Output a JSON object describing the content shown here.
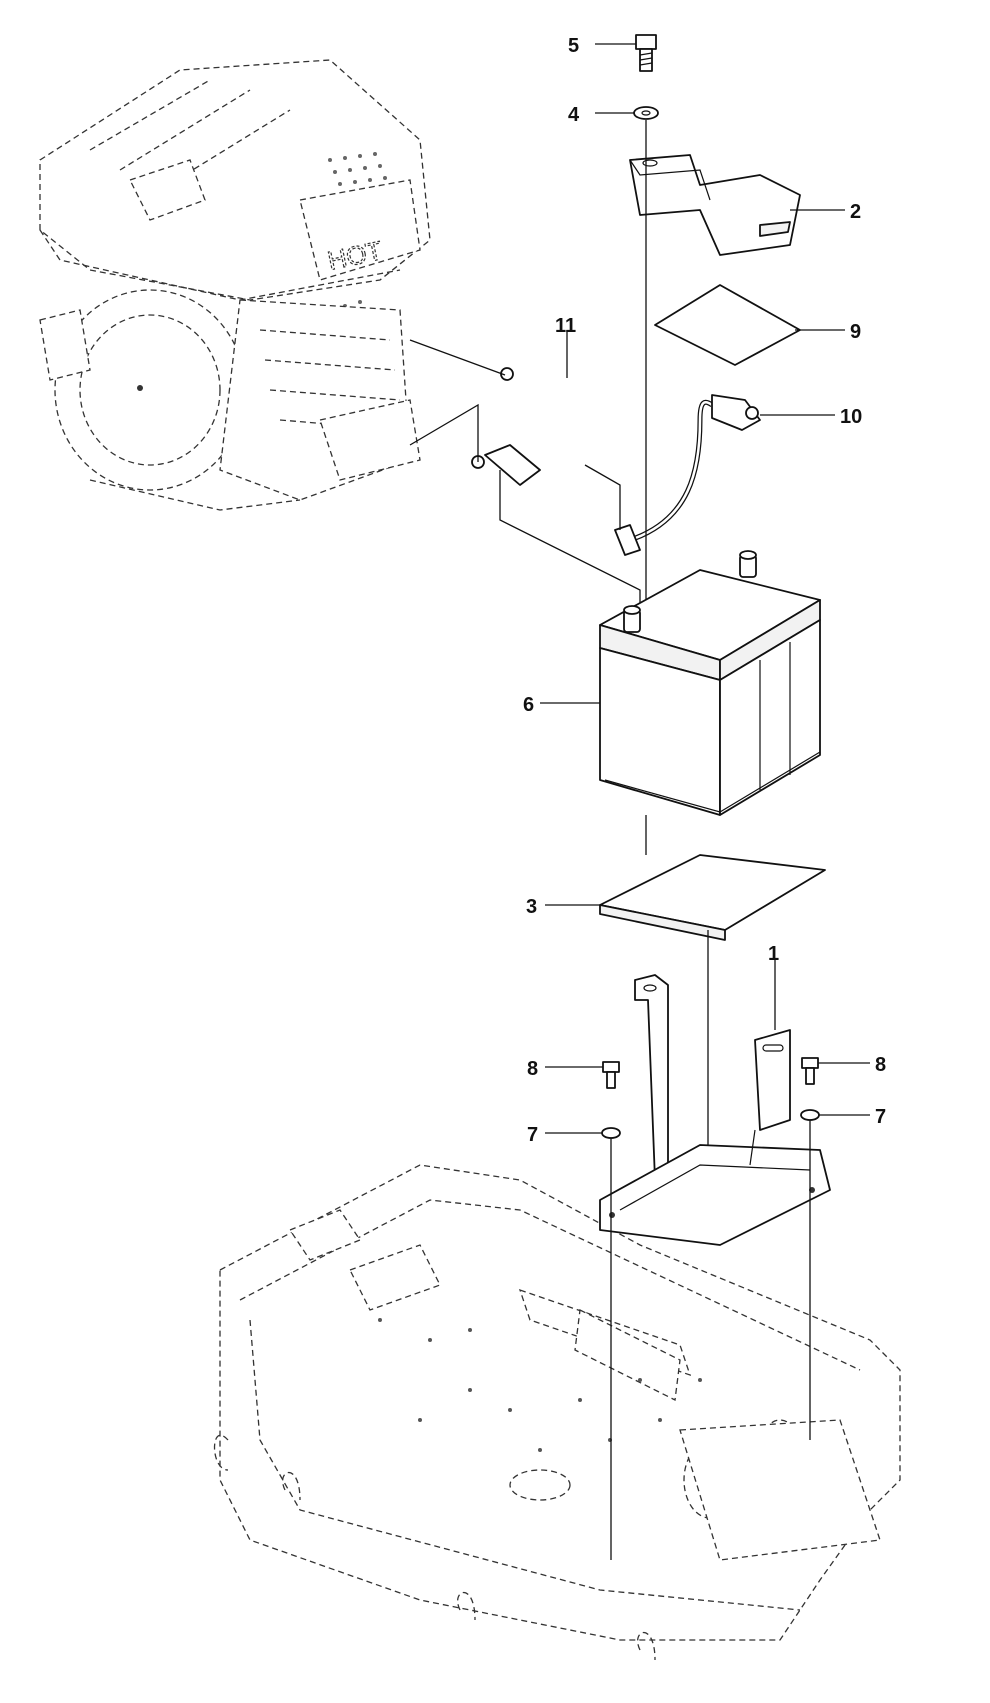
{
  "engine_label": "HOT",
  "callouts": [
    {
      "id": "1",
      "text": "1"
    },
    {
      "id": "2",
      "text": "2"
    },
    {
      "id": "3",
      "text": "3"
    },
    {
      "id": "4",
      "text": "4"
    },
    {
      "id": "5",
      "text": "5"
    },
    {
      "id": "6",
      "text": "6"
    },
    {
      "id": "7a",
      "text": "7"
    },
    {
      "id": "7b",
      "text": "7"
    },
    {
      "id": "8a",
      "text": "8"
    },
    {
      "id": "8b",
      "text": "8"
    },
    {
      "id": "9",
      "text": "9"
    },
    {
      "id": "10",
      "text": "10"
    },
    {
      "id": "11",
      "text": "11"
    }
  ]
}
